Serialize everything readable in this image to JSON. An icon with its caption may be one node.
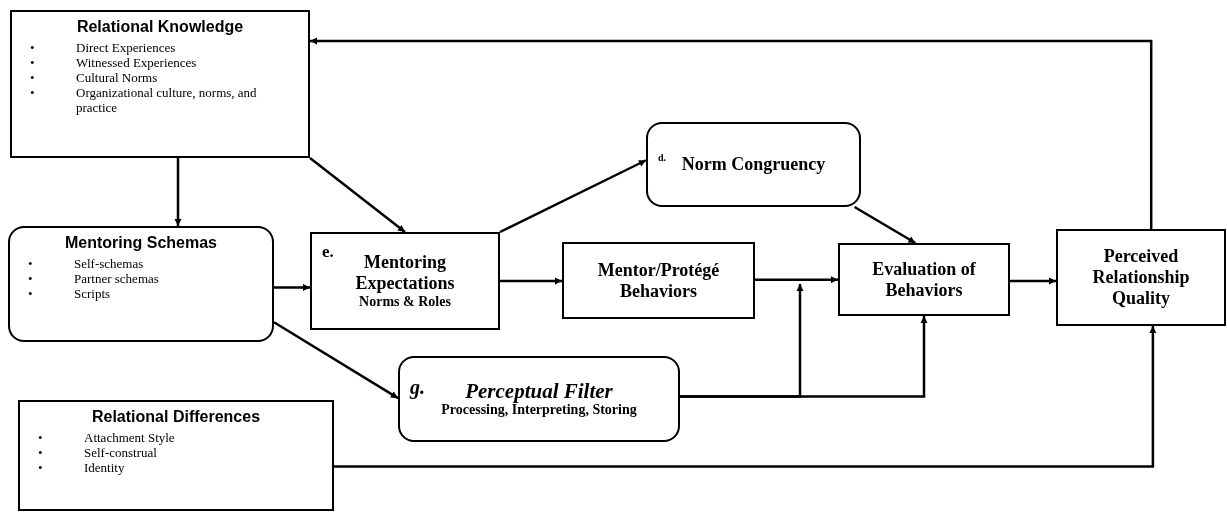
{
  "diagram": {
    "nodes": [
      {
        "text": [
          "Relational Knowledge",
          "•",
          "Direct Experiences",
          "•",
          "Witnessed Experiences",
          "•",
          "Cultural Norms",
          "•",
          "Organizational culture, norms, and practice"
        ]
      },
      {
        "text": [
          "Mentoring Schemas",
          "•",
          "Self-schemas",
          "•",
          "Partner schemas",
          "•",
          "Scripts"
        ]
      },
      {
        "text": [
          "e.",
          "Mentoring Expectations",
          "Norms & Roles"
        ]
      },
      {
        "text": [
          "d.",
          "Norm Congruency"
        ]
      },
      {
        "text": [
          "Mentor/Protégé Behaviors"
        ]
      },
      {
        "text": [
          "Evaluation of Behaviors"
        ]
      },
      {
        "text": [
          "Perceived Relationship Quality"
        ]
      },
      {
        "text": [
          "g.",
          "Perceptual Filter",
          "Processing, Interpreting, Storing"
        ]
      },
      {
        "text": [
          "Relational Differences",
          "•",
          "Attachment Style",
          "•",
          "Self-construal",
          "•",
          "Identity"
        ]
      }
    ],
    "edges": [
      {
        "from": 0,
        "to": 1,
        "arrow": "to"
      },
      {
        "from": 0,
        "to": 2,
        "arrow": "to"
      },
      {
        "from": 1,
        "to": 2,
        "arrow": "to"
      },
      {
        "from": 2,
        "to": 3,
        "arrow": "to"
      },
      {
        "from": 2,
        "to": 4,
        "arrow": "to"
      },
      {
        "from": 3,
        "to": 5,
        "arrow": "to"
      },
      {
        "from": 4,
        "to": 5,
        "arrow": "to"
      },
      {
        "from": 1,
        "to": 7,
        "arrow": "to"
      },
      {
        "from": 7,
        "to": 5,
        "arrow": "to"
      },
      {
        "from": 7,
        "to": null,
        "arrow": "to"
      },
      {
        "from": 5,
        "to": 6,
        "arrow": "to"
      },
      {
        "from": 6,
        "to": 0,
        "arrow": "to"
      },
      {
        "from": 8,
        "to": 6,
        "arrow": "to"
      }
    ]
  }
}
